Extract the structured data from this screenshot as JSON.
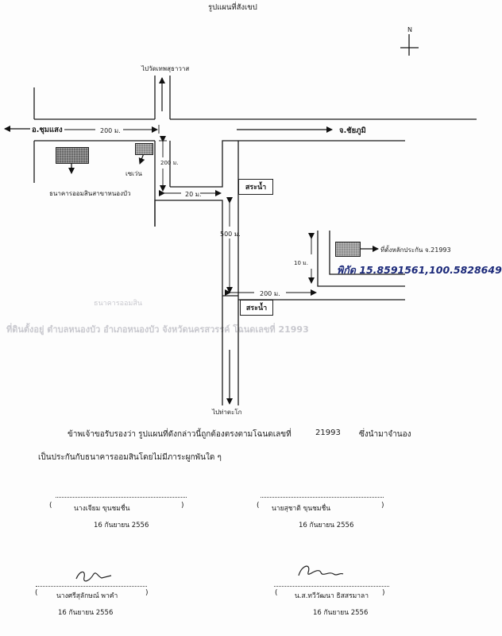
{
  "title": "รูปแผนที่สังเขป",
  "compass": "N",
  "map": {
    "to_temple": "ไปวัดเทพสุธาวาส",
    "to_left": "อ.ชุมแสง",
    "to_right": "จ.ชัยภูมิ",
    "to_bottom": "ไปท่าตะโก",
    "dist_200_top": "200 ม.",
    "dist_200_vertical": "200 ม.",
    "dist_20": "20 ม.",
    "dist_500": "500 ม.",
    "dist_10": "10 ม.",
    "dist_200_bottom": "200 ม.",
    "bank_label": "ธนาคารออมสินสาขาหนองบัว",
    "seven_label": "เซเว่น",
    "pond1": "สระน้ำ",
    "pond2": "สระน้ำ",
    "collateral_label": "ที่ตั้งหลักประกัน จ.21993",
    "coords_handwritten": "พิกัด 15.8591561,100.5828649"
  },
  "certification": {
    "line1_prefix": "ข้าพเจ้าขอรับรองว่า รูปแผนที่ดังกล่าวนี้ถูกต้องตรงตามโฉนดเลขที่",
    "deed_number": "21993",
    "line1_suffix": "ซึ่งนำมาจำนอง",
    "line2": "เป็นประกันกับธนาคารออมสินโดยไม่มีภาระผูกพันใด ๆ"
  },
  "signatures": [
    {
      "name": "นางเจียม ขุนชมชื่น",
      "date": "16 กันยายน 2556"
    },
    {
      "name": "นายสุชาติ ขุนชมชื่น",
      "date": "16 กันยายน 2556"
    },
    {
      "name": "นางศรีสุลักษณ์ พาคำ",
      "date": "16 กันยายน 2556"
    },
    {
      "name": "น.ส.ทวีวัฒนา ธิสสรมาลา",
      "date": "16 กันยายน 2556"
    }
  ],
  "paren_open": "(",
  "paren_close": ")",
  "bleed_text": {
    "line_a": "ธนาคารออมสิน",
    "line_b": "ที่ดินตั้งอยู่ ตำบลหนองบัว อำเภอหนองบัว จังหวัดนครสวรรค์ โฉนดเลขที่ 21993"
  }
}
